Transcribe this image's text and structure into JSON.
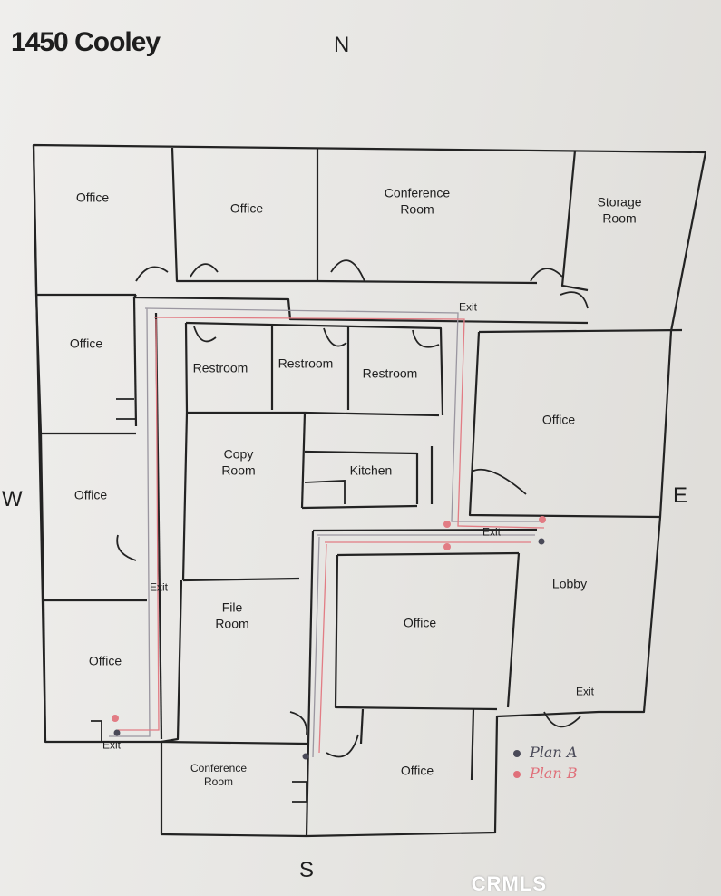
{
  "title": "1450 Cooley",
  "compass": {
    "north": "N",
    "south": "S",
    "east": "E",
    "west": "W"
  },
  "rooms": {
    "office_nw": "Office",
    "office_n2": "Office",
    "conference_n": "Conference\nRoom",
    "storage": "Storage\nRoom",
    "office_w1": "Office",
    "restroom_1": "Restroom",
    "restroom_2": "Restroom",
    "restroom_3": "Restroom",
    "office_e1": "Office",
    "office_w2": "Office",
    "copy_room": "Copy\nRoom",
    "kitchen": "Kitchen",
    "lobby": "Lobby",
    "file_room": "File\nRoom",
    "office_center": "Office",
    "office_w3": "Office",
    "conference_s": "Conference\nRoom",
    "office_s": "Office"
  },
  "exits": {
    "north": "Exit",
    "east": "Exit",
    "west": "Exit",
    "southwest": "Exit",
    "lobby": "Exit"
  },
  "legend": [
    {
      "label": "Plan A",
      "color": "#4a4a58"
    },
    {
      "label": "Plan B",
      "color": "#e0707a"
    }
  ],
  "route_colors": {
    "pencil": "#9a96a0",
    "plan_b": "#e27c84"
  },
  "watermark": "CRMLS"
}
